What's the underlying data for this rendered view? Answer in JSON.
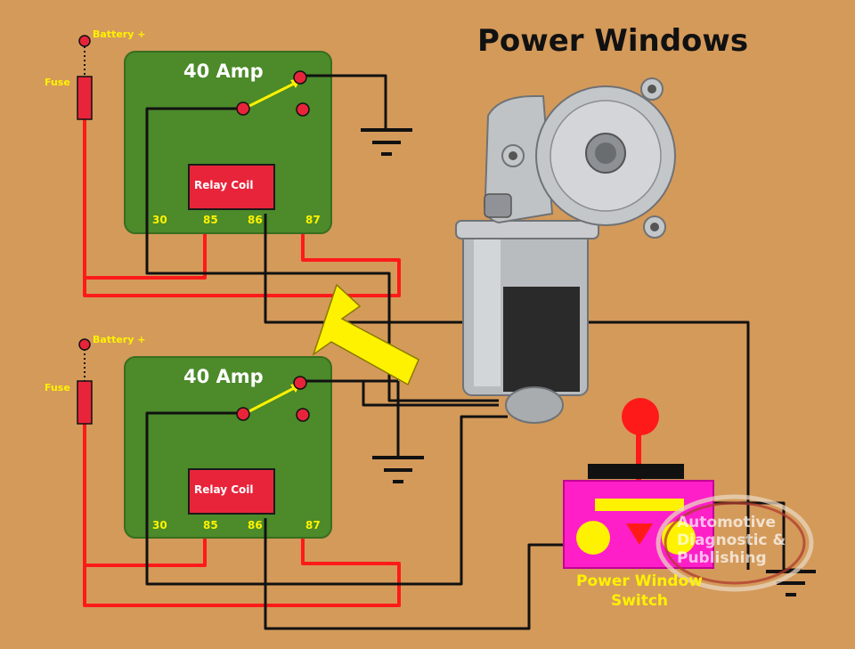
{
  "title": "Power Windows",
  "relays": [
    {
      "amp": "40 Amp",
      "coil": "Relay Coil",
      "battery": "Battery +",
      "fuse": "Fuse",
      "pins": [
        "30",
        "85",
        "86",
        "87"
      ]
    },
    {
      "amp": "40 Amp",
      "coil": "Relay Coil",
      "battery": "Battery +",
      "fuse": "Fuse",
      "pins": [
        "30",
        "85",
        "86",
        "87"
      ]
    }
  ],
  "switch_label": [
    "Power Window",
    "Switch"
  ],
  "watermark": [
    "Automotive",
    "Diagnostic &",
    "Publishing"
  ],
  "colors": {
    "background": "#d49a5a",
    "relay_box": "#4c8a2a",
    "coil": "#e8243a",
    "wire_red": "#ff1a1a",
    "wire_black": "#111111",
    "label_yellow": "#fff200",
    "switch_body": "#ff1fc8",
    "arrow_yellow": "#fff200"
  }
}
